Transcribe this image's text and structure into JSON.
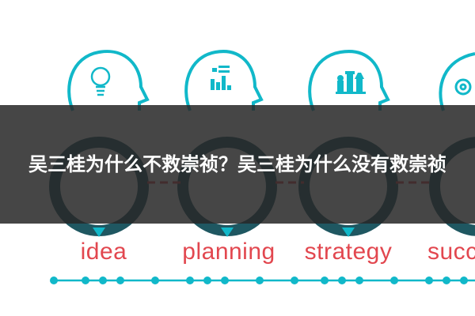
{
  "stages": [
    {
      "label": "idea",
      "icon": "lightbulb-icon"
    },
    {
      "label": "planning",
      "icon": "bar-chart-icon"
    },
    {
      "label": "strategy",
      "icon": "chess-pieces-icon"
    },
    {
      "label": "succ",
      "icon": "gear-icon"
    }
  ],
  "banner": {
    "title": "吴三桂为什么不救崇祯？吴三桂为什么没有救崇祯"
  },
  "colors": {
    "teal": "#11b8c9",
    "dark_teal": "#1f5761",
    "accent_red": "#e2474f",
    "overlay": "#282828"
  }
}
